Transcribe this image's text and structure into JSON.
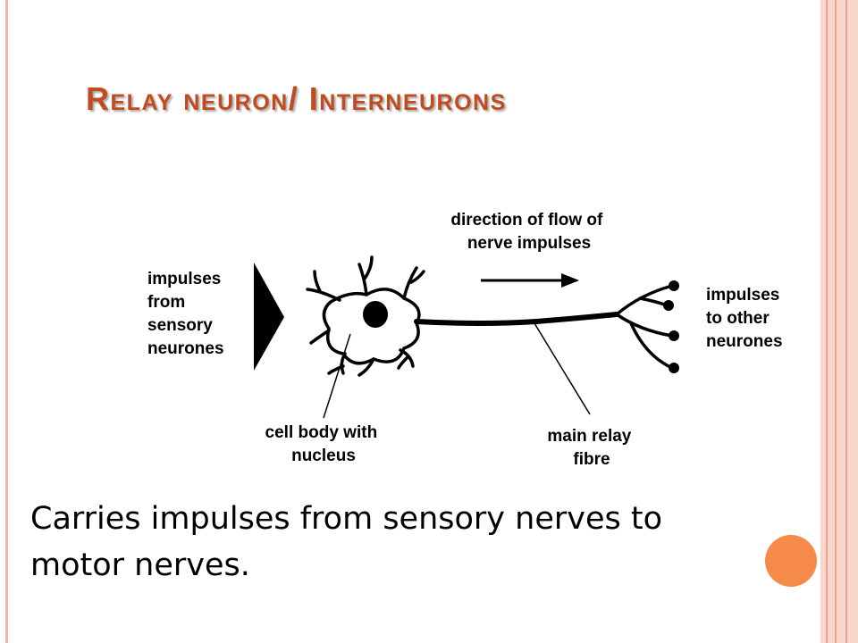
{
  "slide": {
    "title": "Relay neuron/ Interneurons",
    "caption": "Carries impulses from sensory nerves to motor nerves."
  },
  "diagram": {
    "labels": {
      "impulses_from": [
        "impulses",
        "from",
        "sensory",
        "neurones"
      ],
      "direction": [
        "direction of flow of",
        "nerve impulses"
      ],
      "impulses_to": [
        "impulses",
        "to other",
        "neurones"
      ],
      "cell_body": [
        "cell body with",
        "nucleus"
      ],
      "main_relay": [
        "main relay",
        "fibre"
      ]
    }
  },
  "colors": {
    "title": "#c24a1f",
    "accent_band": "#f8d6cb",
    "accent_dot": "#f58a4b"
  }
}
